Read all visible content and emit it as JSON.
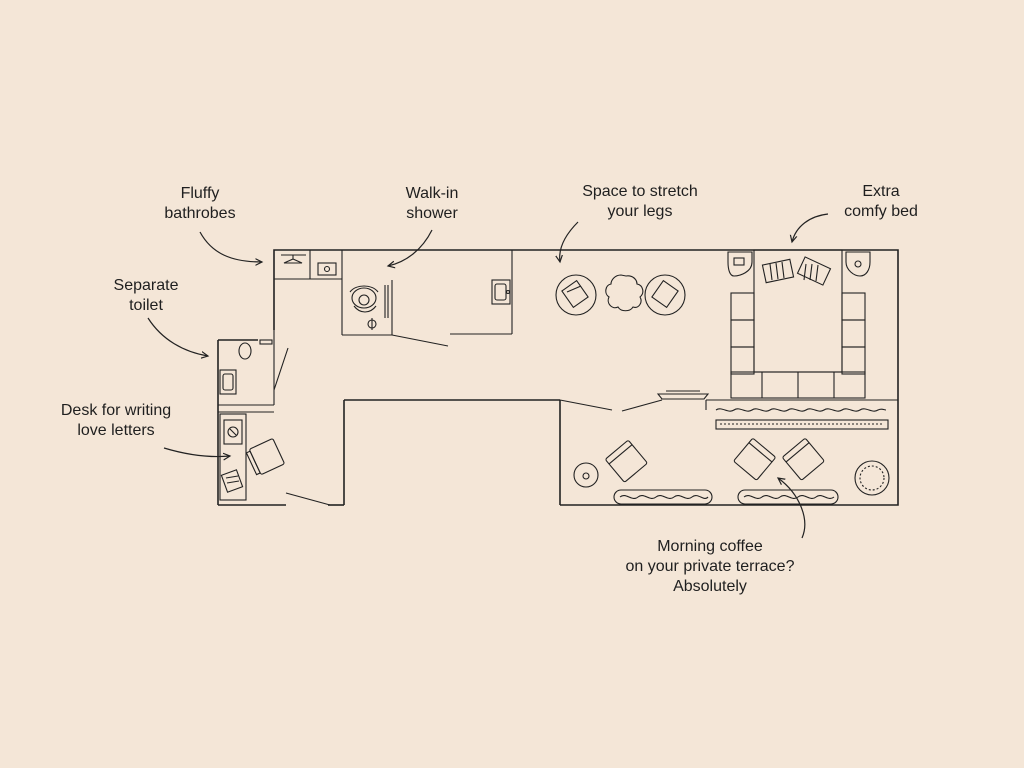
{
  "annotations": {
    "bathrobes": [
      "Fluffy",
      "bathrobes"
    ],
    "shower": [
      "Walk-in",
      "shower"
    ],
    "legs": [
      "Space to stretch",
      "your legs"
    ],
    "bed": [
      "Extra",
      "comfy bed"
    ],
    "toilet": [
      "Separate",
      "toilet"
    ],
    "desk": [
      "Desk for writing",
      "love letters"
    ],
    "terrace": [
      "Morning coffee",
      "on your private terrace?",
      "Absolutely"
    ]
  },
  "colors": {
    "background": "#F4E6D7",
    "line": "#222222"
  }
}
